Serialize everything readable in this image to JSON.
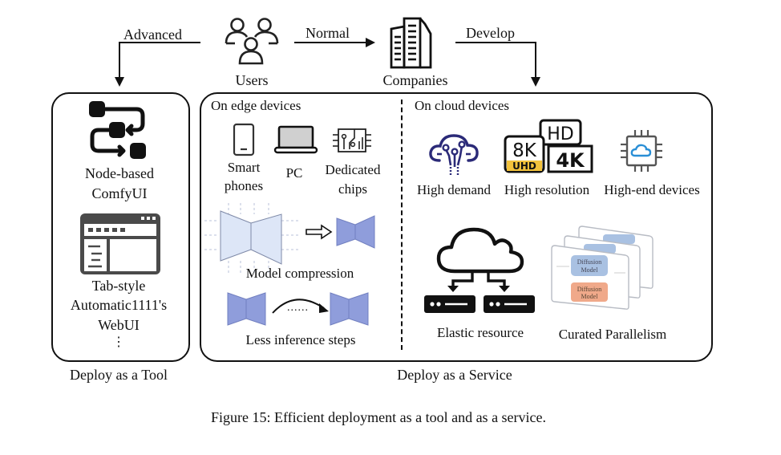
{
  "top": {
    "users_label": "Users",
    "companies_label": "Companies",
    "arrow_advanced": "Advanced",
    "arrow_normal": "Normal",
    "arrow_develop": "Develop"
  },
  "tool_panel": {
    "items": [
      {
        "line1": "Node-based",
        "line2": "ComfyUI",
        "icon": "node-graph-icon"
      },
      {
        "line1": "Tab-style",
        "line2": "Automatic1111's",
        "line3": "WebUI",
        "icon": "browser-window-icon"
      }
    ],
    "ellipsis": "⋮",
    "footer": "Deploy as a Tool"
  },
  "service_panel": {
    "edge": {
      "heading": "On edge devices",
      "devices": [
        {
          "line1": "Smart",
          "line2": "phones",
          "icon": "smartphone-icon"
        },
        {
          "line1": "PC",
          "icon": "laptop-icon"
        },
        {
          "line1": "Dedicated",
          "line2": "chips",
          "icon": "circuit-chip-icon"
        }
      ],
      "model_compression": "Model compression",
      "less_steps": "Less inference steps",
      "dots": "......"
    },
    "cloud": {
      "heading": "On cloud devices",
      "features": [
        {
          "label": "High demand",
          "icon": "cloud-network-icon"
        },
        {
          "label": "High resolution",
          "icon": "resolution-badges-icon"
        },
        {
          "label": "High-end devices",
          "icon": "cloud-chip-icon"
        }
      ],
      "resolution_badges": {
        "hd": "HD",
        "k8": "8K",
        "uhd": "UHD",
        "k4": "4K"
      },
      "elastic_resource": "Elastic resource",
      "curated_parallelism": "Curated Parallelism",
      "diffusion_cards": {
        "line1": "Diffusion",
        "line2": "Model"
      }
    },
    "footer": "Deploy as a Service"
  },
  "caption": "Figure 15: Efficient deployment as a tool and as a service.",
  "colors": {
    "unet_light": "#dde6f7",
    "unet_dark": "#8f9ddb",
    "cloud_icon": "#2b2a78",
    "uhd_gold": "#f2c23c",
    "chip_cloud_blue": "#2a8fd6",
    "card_blue": "#a9c1e2",
    "card_orange": "#f0a98a"
  }
}
